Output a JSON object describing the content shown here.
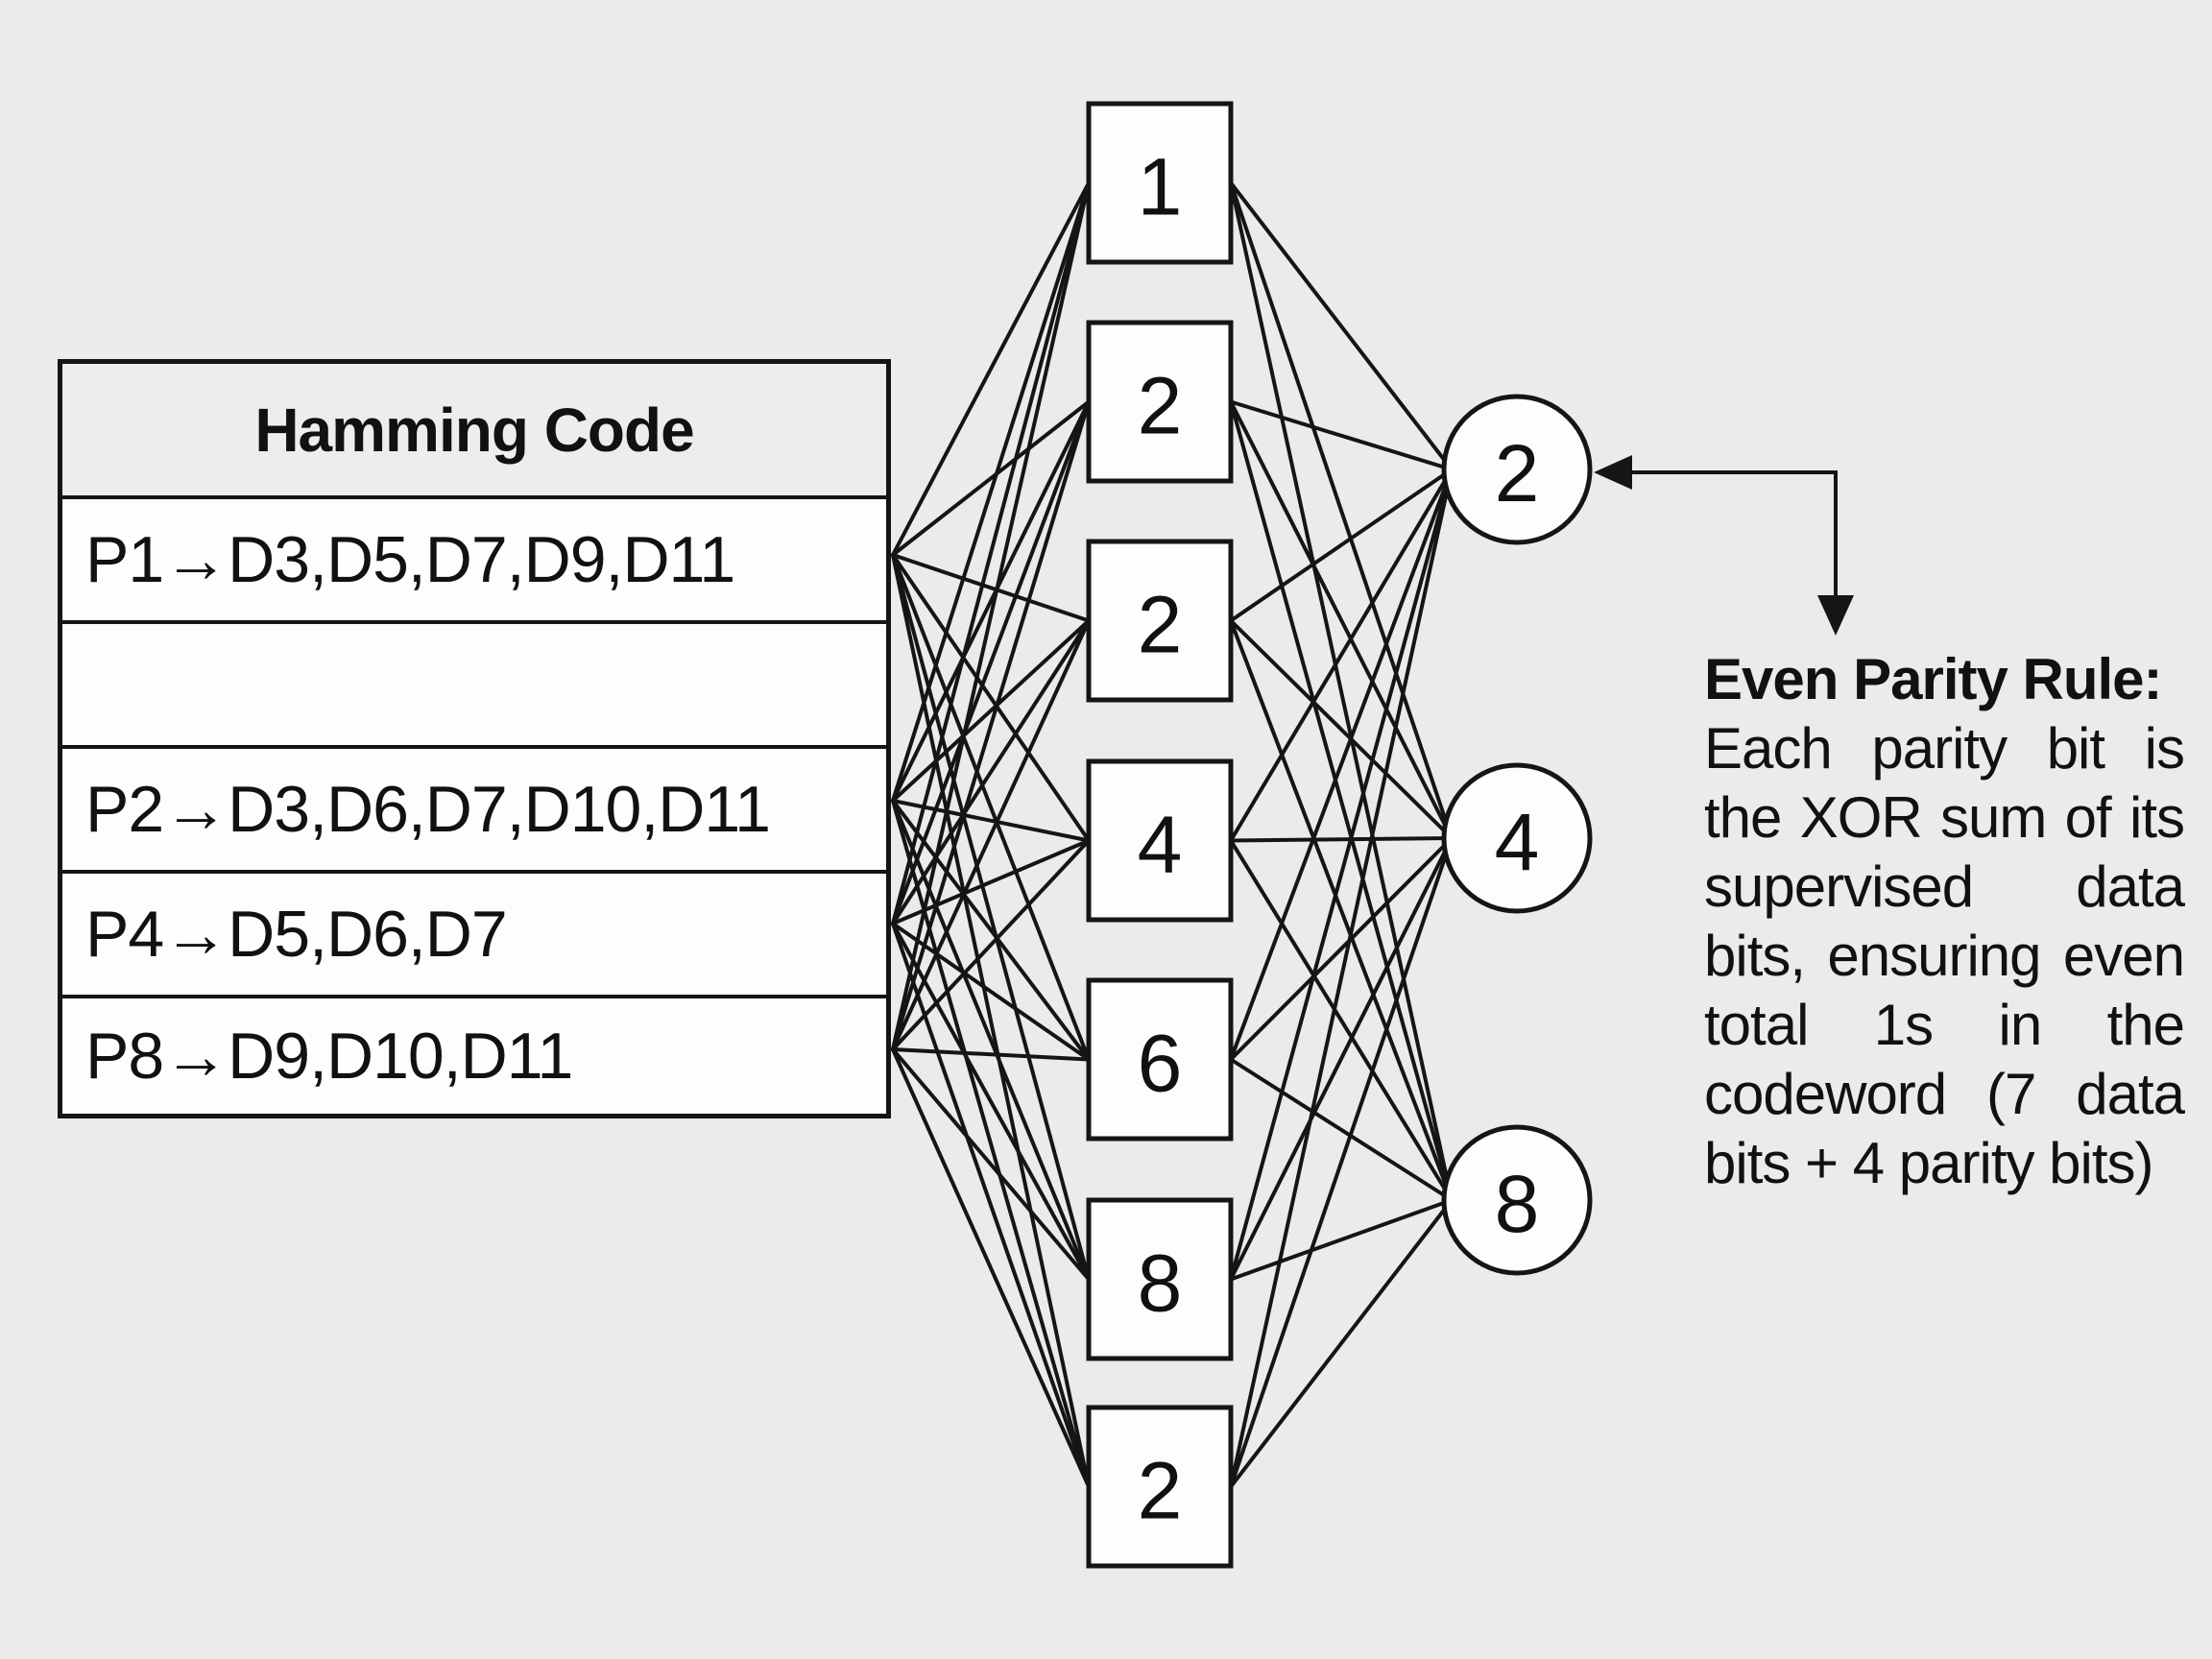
{
  "table": {
    "title": "Hamming Code",
    "rows": [
      "P1→D3,D5,D7,D9,D11",
      "",
      "P2→D3,D6,D7,D10,D11",
      "P4→D5,D6,D7",
      "P8→D9,D10,D11"
    ]
  },
  "boxes": [
    "1",
    "2",
    "2",
    "4",
    "6",
    "8",
    "2"
  ],
  "circles": [
    "2",
    "4",
    "8"
  ],
  "rule": {
    "heading": "Even Parity Rule:",
    "body": "Each parity bit is the XOR sum of its supervised data bits, ensuring even total 1s in the codeword (7 data bits + 4 parity bits)"
  }
}
